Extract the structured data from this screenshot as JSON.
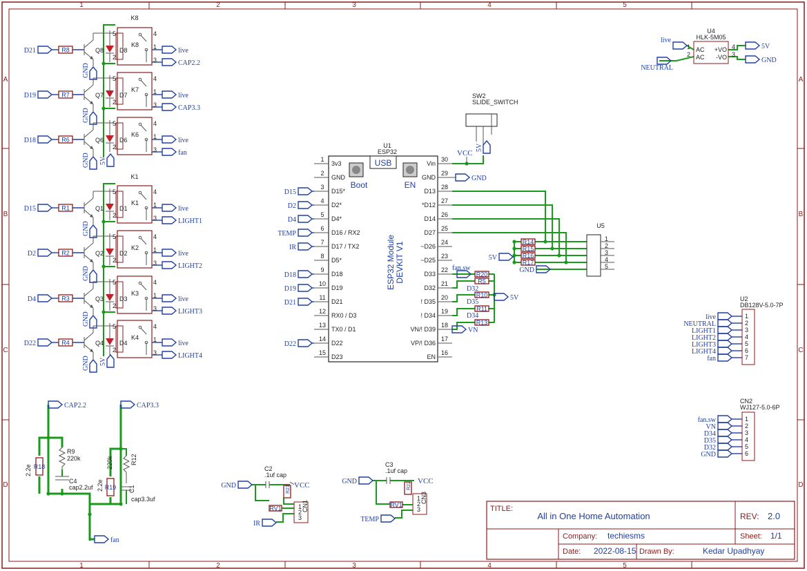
{
  "columns": [
    "1",
    "2",
    "3",
    "4",
    "5"
  ],
  "rows": [
    "A",
    "B",
    "C",
    "D"
  ],
  "relay_top": {
    "k8": "K8",
    "k1": "K1"
  },
  "relay_rows": [
    {
      "pin": "D21",
      "res": "R8",
      "q": "Q8",
      "d": "D8",
      "k": "K8",
      "o1": "live",
      "o2": "CAP2.2"
    },
    {
      "pin": "D19",
      "res": "R7",
      "q": "Q7",
      "d": "D7",
      "k": "K7",
      "o1": "live",
      "o2": "CAP3.3"
    },
    {
      "pin": "D18",
      "res": "R6",
      "q": "Q6",
      "d": "D6",
      "k": "K6",
      "o1": "live",
      "o2": "fan"
    },
    {
      "pin": "D15",
      "res": "R1",
      "q": "Q1",
      "d": "D1",
      "k": "K1",
      "o1": "live",
      "o2": "LIGHT1"
    },
    {
      "pin": "D2",
      "res": "R2",
      "q": "Q2",
      "d": "D2",
      "k": "K2",
      "o1": "live",
      "o2": "LIGHT2"
    },
    {
      "pin": "D4",
      "res": "R3",
      "q": "Q3",
      "d": "D3",
      "k": "K3",
      "o1": "live",
      "o2": "LIGHT3"
    },
    {
      "pin": "D22",
      "res": "R4",
      "q": "Q4",
      "d": "D4",
      "k": "K4",
      "o1": "live",
      "o2": "LIGHT4"
    }
  ],
  "relay_supply": {
    "gnd": "GND",
    "v5": "5V"
  },
  "esp32": {
    "ref": "U1",
    "name": "ESP32",
    "usb": "USB",
    "boot": "Boot",
    "en": "EN",
    "module_line1": "ESP32 Module",
    "module_line2": "DEVKIT V1",
    "left_pins": [
      {
        "n": "1",
        "l": "3v3",
        "net": ""
      },
      {
        "n": "2",
        "l": "GND",
        "net": ""
      },
      {
        "n": "3",
        "l": "D15*",
        "net": "D15"
      },
      {
        "n": "4",
        "l": "D2*",
        "net": "D2"
      },
      {
        "n": "5",
        "l": "D4*",
        "net": "D4"
      },
      {
        "n": "6",
        "l": "D16 / RX2",
        "net": "TEMP"
      },
      {
        "n": "7",
        "l": "D17 / TX2",
        "net": "IR"
      },
      {
        "n": "8",
        "l": "D5*",
        "net": ""
      },
      {
        "n": "9",
        "l": "D18",
        "net": "D18"
      },
      {
        "n": "10",
        "l": "D19",
        "net": "D19"
      },
      {
        "n": "11",
        "l": "D21",
        "net": "D21"
      },
      {
        "n": "12",
        "l": "RX0 / D3",
        "net": ""
      },
      {
        "n": "13",
        "l": "TX0 / D1",
        "net": ""
      },
      {
        "n": "14",
        "l": "D22",
        "net": "D22"
      },
      {
        "n": "15",
        "l": "D23",
        "net": ""
      }
    ],
    "right_pins": [
      {
        "n": "30",
        "l": "Vin"
      },
      {
        "n": "29",
        "l": "GND"
      },
      {
        "n": "28",
        "l": "D13"
      },
      {
        "n": "27",
        "l": "*D12"
      },
      {
        "n": "26",
        "l": "D14"
      },
      {
        "n": "25",
        "l": "D27"
      },
      {
        "n": "24",
        "l": "~D26"
      },
      {
        "n": "23",
        "l": "~D25"
      },
      {
        "n": "22",
        "l": "D33"
      },
      {
        "n": "21",
        "l": "D32"
      },
      {
        "n": "20",
        "l": "! D35"
      },
      {
        "n": "19",
        "l": "! D34"
      },
      {
        "n": "18",
        "l": "VN/! D39"
      },
      {
        "n": "17",
        "l": "VP/! D36"
      },
      {
        "n": "16",
        "l": "EN"
      }
    ],
    "vin_net": "VCC",
    "gnd_net": "GND"
  },
  "sw2": {
    "ref": "SW2",
    "name": "SLIDE_SWITCH",
    "net": "5V"
  },
  "u4": {
    "ref": "U4",
    "name": "HLK-5M05",
    "ac1": "AC",
    "ac2": "AC",
    "vo_p": "+VO",
    "vo_n": "-VO",
    "in1": "live",
    "in2": "NEUTRAL",
    "out1": "5V",
    "out2": "GND",
    "p1": "1",
    "p2": "2",
    "p3": "3",
    "p4": "4"
  },
  "u5": {
    "ref": "U5",
    "pins": [
      "1",
      "2",
      "3",
      "4",
      "5"
    ],
    "res": [
      "R14",
      "R15",
      "R16",
      "R17"
    ],
    "v5": "5V",
    "gnd": "GND"
  },
  "pullups": {
    "rows": [
      {
        "res": "R20",
        "net": "fan.sw"
      },
      {
        "res": "R5",
        "net": "D32"
      },
      {
        "res": "R10",
        "net": "D35"
      },
      {
        "res": "R11",
        "net": "D34"
      },
      {
        "res": "R13",
        "net": "VN"
      }
    ],
    "v5": "5V"
  },
  "u2": {
    "ref": "U2",
    "name": "DB128V-5.0-7P",
    "nets": [
      "live",
      "NEUTRAL",
      "LIGHT1",
      "LIGHT2",
      "LIGHT3",
      "LIGHT4",
      "fan"
    ],
    "pins": [
      "1",
      "2",
      "3",
      "4",
      "5",
      "6",
      "7"
    ]
  },
  "cn2": {
    "ref": "CN2",
    "name": "WJ127-5.0-6P",
    "nets": [
      "fan.sw",
      "VN",
      "D34",
      "D35",
      "D32",
      "GND"
    ],
    "pins": [
      "1",
      "2",
      "3",
      "4",
      "5",
      "6"
    ]
  },
  "cap_block": {
    "cap22": "CAP2.2",
    "cap33": "CAP3.3",
    "r9": "R9",
    "r9v": "220k",
    "c4": "C4",
    "c4v": "cap2.2uf",
    "r18": "R18",
    "r18v": "2.2e",
    "r12": "R12",
    "r12v": "220k",
    "c1": "C1",
    "c1v": "cap3.3uf",
    "r19": "R19",
    "r19v": "2.2e",
    "fan": "fan"
  },
  "ir_block": {
    "cap": "C2",
    "capv": ".1uf cap",
    "gnd": "GND",
    "vcc": "VCC",
    "rv": "RV1",
    "cn": "CN1",
    "net": "IR",
    "res": "R21",
    "pins": [
      "1",
      "2",
      "3"
    ]
  },
  "temp_block": {
    "cap": "C3",
    "capv": ".1uf cap",
    "gnd": "GND",
    "vcc": "VCC",
    "rv": "RV1",
    "cn": "CN3",
    "net": "TEMP",
    "res": "R22",
    "pins": [
      "1",
      "2",
      "3"
    ]
  },
  "title_block": {
    "title_label": "TITLE:",
    "title": "All in One Home Automation",
    "rev_label": "REV:",
    "rev": "2.0",
    "company_label": "Company:",
    "company": "techiesms",
    "sheet_label": "Sheet:",
    "sheet": "1/1",
    "date_label": "Date:",
    "date": "2022-08-15",
    "drawn_label": "Drawn By:",
    "drawn": "Kedar Upadhyay"
  }
}
